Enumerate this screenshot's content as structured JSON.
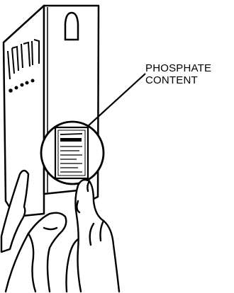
{
  "callout": {
    "line1": "PHOSPHATE",
    "line2": "CONTENT"
  },
  "colors": {
    "ink": "#000000",
    "paper": "#ffffff"
  },
  "icons": [
    "detergent-box",
    "magnifier-lens",
    "label-panel",
    "hand"
  ]
}
